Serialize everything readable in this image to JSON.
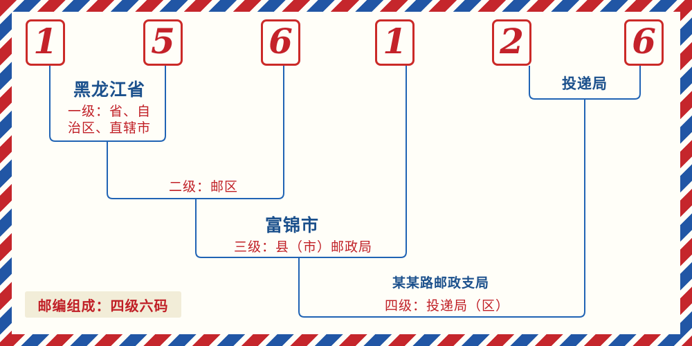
{
  "digits": [
    "1",
    "5",
    "6",
    "1",
    "2",
    "6"
  ],
  "levels": {
    "level1": {
      "region": "黑龙江省",
      "desc_line1": "一级：省、自",
      "desc_line2": "治区、直辖市"
    },
    "level2": {
      "desc": "二级：邮区"
    },
    "level3": {
      "name": "富锦市",
      "desc": "三级：县（市）邮政局"
    },
    "level4": {
      "name": "某某路邮政支局",
      "desc": "四级：投递局（区）"
    },
    "delivery": {
      "label": "投递局"
    }
  },
  "footer": {
    "composition_label": "邮编组成：四级六码"
  },
  "colors": {
    "digit_red": "#c4222a",
    "box_border_red": "#cb2a28",
    "line_blue": "#2063b4",
    "label_blue": "#1b508c",
    "label_red": "#c01f26",
    "stripe_red": "#c5262c",
    "stripe_blue": "#2156a5",
    "background": "#fffef8",
    "footer_chip_bg": "#f2edd8"
  }
}
